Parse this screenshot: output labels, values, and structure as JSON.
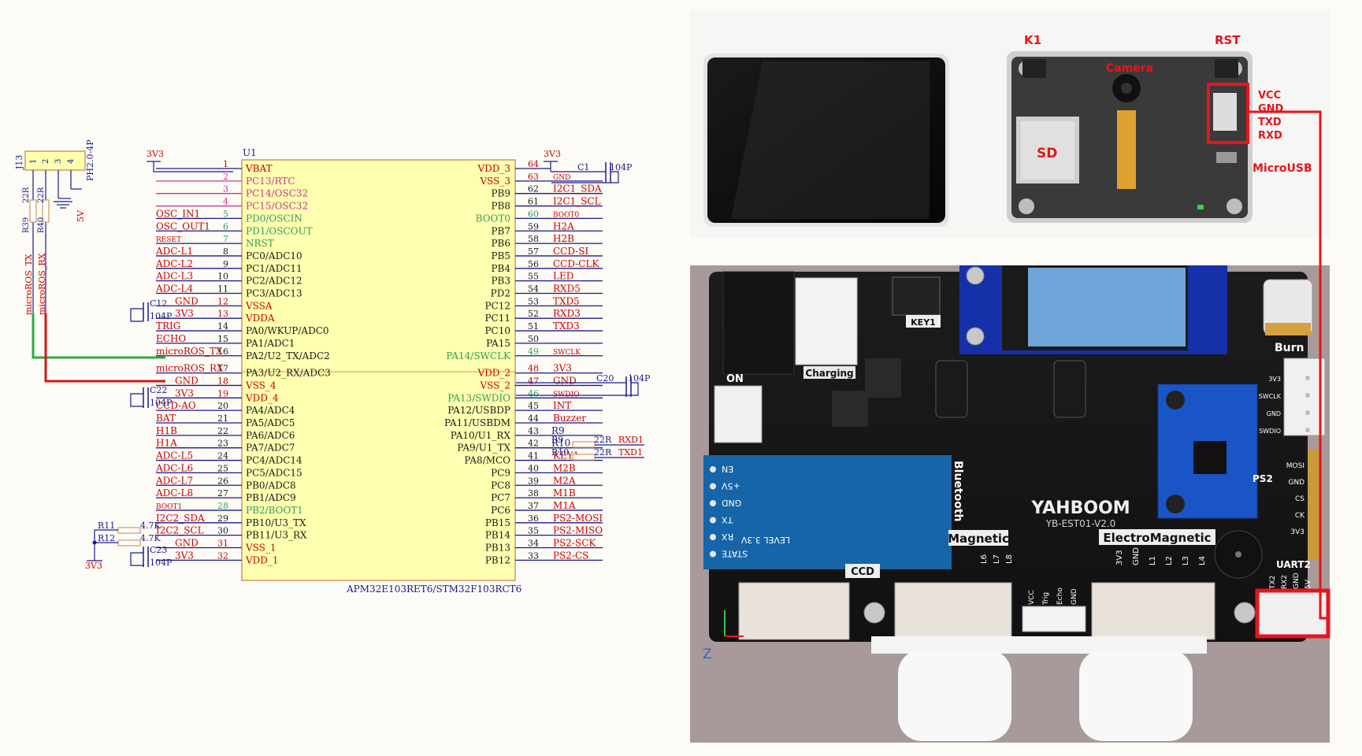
{
  "connector": {
    "ref": "J13",
    "part": "PH2.0-4P",
    "pins": [
      "1",
      "2",
      "3",
      "4"
    ],
    "r39": "R39",
    "r40": "R40",
    "r39_val": "22R",
    "r40_val": "22R",
    "tx_net": "microROS_TX",
    "rx_net": "microROS_RX",
    "v5": "5V"
  },
  "mcu": {
    "ref": "U1",
    "part": "APM32E103RET6/STM32F103RCT6",
    "left_pins": [
      {
        "num": "1",
        "name": "VBAT",
        "net": "",
        "color": "red"
      },
      {
        "num": "2",
        "name": "PC13/RTC",
        "net": "",
        "color": "pink"
      },
      {
        "num": "3",
        "name": "PC14/OSC32",
        "net": "",
        "color": "pink"
      },
      {
        "num": "4",
        "name": "PC15/OSC32",
        "net": "",
        "color": "pink"
      },
      {
        "num": "5",
        "name": "PD0/OSCIN",
        "net": "OSC_IN1",
        "color": "green"
      },
      {
        "num": "6",
        "name": "PD1/OSCOUT",
        "net": "OSC_OUT1",
        "color": "green"
      },
      {
        "num": "7",
        "name": "NRST",
        "net": "RESET",
        "color": "green"
      },
      {
        "num": "8",
        "name": "PC0/ADC10",
        "net": "ADC-L1",
        "color": "black"
      },
      {
        "num": "9",
        "name": "PC1/ADC11",
        "net": "ADC-L2",
        "color": "black"
      },
      {
        "num": "10",
        "name": "PC2/ADC12",
        "net": "ADC-L3",
        "color": "black"
      },
      {
        "num": "11",
        "name": "PC3/ADC13",
        "net": "ADC-L4",
        "color": "black"
      },
      {
        "num": "12",
        "name": "VSSA",
        "net": "GND",
        "color": "red"
      },
      {
        "num": "13",
        "name": "VDDA",
        "net": "3V3",
        "color": "red"
      },
      {
        "num": "14",
        "name": "PA0/WKUP/ADC0",
        "net": "TRIG",
        "color": "black"
      },
      {
        "num": "15",
        "name": "PA1/ADC1",
        "net": "ECHO",
        "color": "black"
      },
      {
        "num": "16",
        "name": "PA2/U2_TX/ADC2",
        "net": "microROS_TX",
        "color": "black"
      },
      {
        "num": "17",
        "name": "PA3/U2_RX/ADC3",
        "net": "microROS_RX",
        "color": "black"
      },
      {
        "num": "18",
        "name": "VSS_4",
        "net": "GND",
        "color": "red"
      },
      {
        "num": "19",
        "name": "VDD_4",
        "net": "3V3",
        "color": "red"
      },
      {
        "num": "20",
        "name": "PA4/ADC4",
        "net": "CCD-AO",
        "color": "black"
      },
      {
        "num": "21",
        "name": "PA5/ADC5",
        "net": "BAT",
        "color": "black"
      },
      {
        "num": "22",
        "name": "PA6/ADC6",
        "net": "H1B",
        "color": "black"
      },
      {
        "num": "23",
        "name": "PA7/ADC7",
        "net": "H1A",
        "color": "black"
      },
      {
        "num": "24",
        "name": "PC4/ADC14",
        "net": "ADC-L5",
        "color": "black"
      },
      {
        "num": "25",
        "name": "PC5/ADC15",
        "net": "ADC-L6",
        "color": "black"
      },
      {
        "num": "26",
        "name": "PB0/ADC8",
        "net": "ADC-L7",
        "color": "black"
      },
      {
        "num": "27",
        "name": "PB1/ADC9",
        "net": "ADC-L8",
        "color": "black"
      },
      {
        "num": "28",
        "name": "PB2/BOOT1",
        "net": "BOOT1",
        "color": "green"
      },
      {
        "num": "29",
        "name": "PB10/U3_TX",
        "net": "I2C2_SDA",
        "color": "black"
      },
      {
        "num": "30",
        "name": "PB11/U3_RX",
        "net": "I2C2_SCL",
        "color": "black"
      },
      {
        "num": "31",
        "name": "VSS_1",
        "net": "GND",
        "color": "red"
      },
      {
        "num": "32",
        "name": "VDD_1",
        "net": "3V3",
        "color": "red"
      }
    ],
    "right_pins": [
      {
        "num": "64",
        "name": "VDD_3",
        "net": "",
        "color": "red"
      },
      {
        "num": "63",
        "name": "VSS_3",
        "net": "GND",
        "color": "red"
      },
      {
        "num": "62",
        "name": "PB9",
        "net": "I2C1_SDA",
        "color": "black"
      },
      {
        "num": "61",
        "name": "PB8",
        "net": "I2C1_SCL",
        "color": "black"
      },
      {
        "num": "60",
        "name": "BOOT0",
        "net": "BOOT0",
        "color": "green"
      },
      {
        "num": "59",
        "name": "PB7",
        "net": "H2A",
        "color": "black"
      },
      {
        "num": "58",
        "name": "PB6",
        "net": "H2B",
        "color": "black"
      },
      {
        "num": "57",
        "name": "PB5",
        "net": "CCD-SI",
        "color": "black"
      },
      {
        "num": "56",
        "name": "PB4",
        "net": "CCD-CLK",
        "color": "black"
      },
      {
        "num": "55",
        "name": "PB3",
        "net": "LED",
        "color": "black"
      },
      {
        "num": "54",
        "name": "PD2",
        "net": "RXD5",
        "color": "black"
      },
      {
        "num": "53",
        "name": "PC12",
        "net": "TXD5",
        "color": "black"
      },
      {
        "num": "52",
        "name": "PC11",
        "net": "RXD3",
        "color": "black"
      },
      {
        "num": "51",
        "name": "PC10",
        "net": "TXD3",
        "color": "black"
      },
      {
        "num": "50",
        "name": "PA15",
        "net": "",
        "color": "black"
      },
      {
        "num": "49",
        "name": "PA14/SWCLK",
        "net": "SWCLK",
        "color": "green"
      },
      {
        "num": "48",
        "name": "VDD_2",
        "net": "3V3",
        "color": "red"
      },
      {
        "num": "47",
        "name": "VSS_2",
        "net": "GND",
        "color": "red"
      },
      {
        "num": "46",
        "name": "PA13/SWDIO",
        "net": "SWDIO",
        "color": "green"
      },
      {
        "num": "45",
        "name": "PA12/USBDP",
        "net": "INT",
        "color": "black"
      },
      {
        "num": "44",
        "name": "PA11/USBDM",
        "net": "Buzzer",
        "color": "black"
      },
      {
        "num": "43",
        "name": "PA10/U1_RX",
        "net": "R9",
        "color": "black"
      },
      {
        "num": "42",
        "name": "PA9/U1_TX",
        "net": "R10",
        "color": "black"
      },
      {
        "num": "41",
        "name": "PA8/MCO",
        "net": "KEY1",
        "color": "black"
      },
      {
        "num": "40",
        "name": "PC9",
        "net": "M2B",
        "color": "black"
      },
      {
        "num": "39",
        "name": "PC8",
        "net": "M2A",
        "color": "black"
      },
      {
        "num": "38",
        "name": "PC7",
        "net": "M1B",
        "color": "black"
      },
      {
        "num": "37",
        "name": "PC6",
        "net": "M1A",
        "color": "black"
      },
      {
        "num": "36",
        "name": "PB15",
        "net": "PS2-MOSI",
        "color": "black"
      },
      {
        "num": "35",
        "name": "PB14",
        "net": "PS2-MISO",
        "color": "black"
      },
      {
        "num": "34",
        "name": "PB13",
        "net": "PS2-SCK",
        "color": "black"
      },
      {
        "num": "33",
        "name": "PB12",
        "net": "PS2-CS",
        "color": "black"
      }
    ],
    "v33_left": "3V3",
    "v33_right": "3V3",
    "v33_bottom": "3V3"
  },
  "caps": {
    "c1": "C1",
    "c1_val": "104P",
    "c12": "C12",
    "c12_val": "104P",
    "c20": "C20",
    "c20_val": "104P",
    "c22": "C22",
    "c22_val": "104P",
    "c23": "C23",
    "c23_val": "104P"
  },
  "resistors": {
    "r9": "R9",
    "r9_val": "22R",
    "r9_net": "RXD1",
    "r10": "R10",
    "r10_val": "22R",
    "r10_net": "TXD1",
    "r11": "R11",
    "r11_val": "4.7K",
    "r12": "R12",
    "r12_val": "4.7K"
  },
  "top_photo": {
    "k1": "K1",
    "rst": "RST",
    "camera": "Camera",
    "sd": "SD",
    "pins": [
      "VCC",
      "GND",
      "TXD",
      "RXD"
    ],
    "microusb": "MicroUSB"
  },
  "board": {
    "key1": "KEY1",
    "charging": "Charging",
    "burn": "Burn",
    "brand": "YAHBOOM",
    "model": "YB-EST01-V2.0",
    "bluetooth": "Bluetooth",
    "bt_pins": [
      "EN",
      "+5V",
      "GND",
      "TX",
      "RX",
      "STATE"
    ],
    "bt_level": "LEVEL 3.3V",
    "magnetic": "Magnetic",
    "electromagnetic": "ElectroMagnetic",
    "uart2": "UART2",
    "uart2_pins": [
      "TX2",
      "RX2",
      "GND",
      "5V"
    ],
    "ps2": "PS2",
    "ps2_pins": [
      "MOSI",
      "GND",
      "CS",
      "CK",
      "3V3"
    ],
    "burn_pins": [
      "3V3",
      "SWCLK",
      "GND",
      "SWDIO"
    ],
    "ccd": "CCD",
    "on": "ON",
    "ultrasonic": [
      "VCC",
      "Trig",
      "Echo",
      "GND"
    ],
    "mag_left": [
      "L6",
      "L7",
      "L8"
    ],
    "mag_right": [
      "3V3",
      "GND",
      "L1",
      "L2",
      "L3",
      "L4"
    ],
    "axis_z": "Z"
  },
  "colors": {
    "chip_fill": "#ffffb0",
    "chip_border": "#cc9966",
    "net_dark": "#1a1a8c",
    "red": "#cc0000",
    "green": "#2e9e5a",
    "pink": "#cc3399",
    "highlight": "#e8141c"
  }
}
